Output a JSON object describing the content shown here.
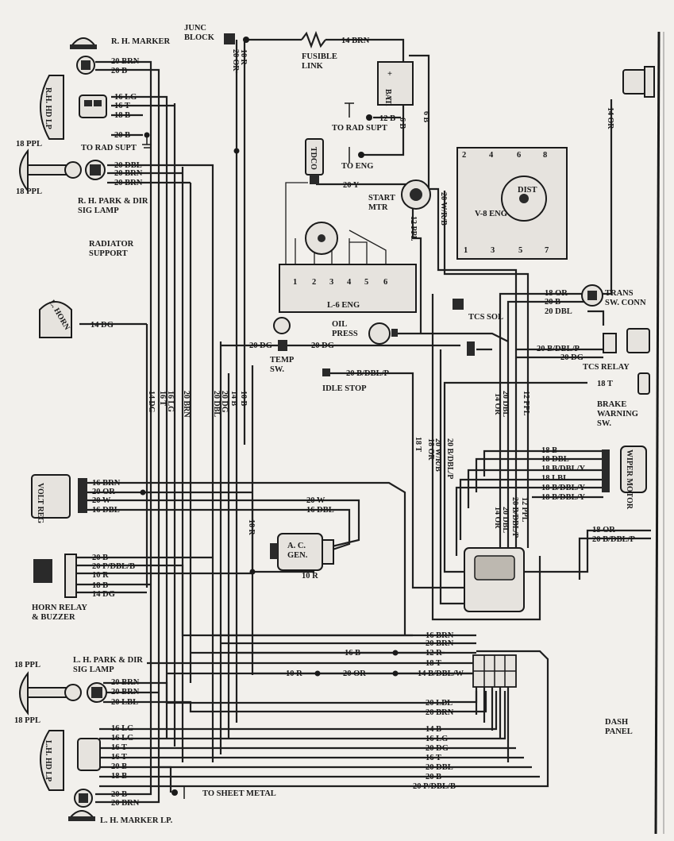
{
  "components": {
    "rh_marker": "R. H. MARKER",
    "junc_block": [
      "JUNC",
      "BLOCK"
    ],
    "fusible_link": [
      "FUSIBLE",
      "LINK"
    ],
    "bat": "BAT.",
    "to_rad_supt_top": "TO RAD SUPT",
    "to_rad_supt_left": "TO RAD SUPT",
    "to_eng": "TO ENG",
    "tdco": "TDCO",
    "start_mtr": [
      "START",
      "MTR"
    ],
    "dist": "DIST",
    "v8_eng": "V-8 ENG",
    "l6_eng": "L-6 ENG",
    "rh_hd_lp": "R.H. HD LP",
    "rh_park": [
      "R. H. PARK & DIR",
      "SIG LAMP"
    ],
    "radiator_support": [
      "RADIATOR",
      "SUPPORT"
    ],
    "l_horn": "L. HORN",
    "oil_press": [
      "OIL",
      "PRESS"
    ],
    "temp_sw": [
      "TEMP",
      "SW."
    ],
    "idle_stop": "IDLE STOP",
    "trans_sw": [
      "TRANS",
      "SW. CONN"
    ],
    "tcs_sol": "TCS SOL",
    "tcs_relay": "TCS RELAY",
    "brake_warning": [
      "BRAKE",
      "WARNING",
      "SW."
    ],
    "wiper_motor": "WIPER MOTOR",
    "volt_reg": "VOLT REG",
    "ac_gen": [
      "A. C.",
      "GEN."
    ],
    "horn_relay": [
      "HORN RELAY",
      "& BUZZER"
    ],
    "lh_park": [
      "L. H. PARK & DIR",
      "SIG LAMP"
    ],
    "lh_hd_lp": "L.H. HD LP",
    "to_sheet_metal": "TO SHEET METAL",
    "lh_marker": "L. H. MARKER LP.",
    "dash_panel": [
      "DASH",
      "PANEL"
    ]
  },
  "dist_pins_top": [
    "2",
    "4",
    "6",
    "8"
  ],
  "dist_pins_bottom": [
    "1",
    "3",
    "5",
    "7"
  ],
  "l6_pins": [
    "1",
    "2",
    "3",
    "4",
    "5",
    "6"
  ],
  "wires": {
    "rh_marker": [
      "20 BRN",
      "20 B"
    ],
    "rh_hd": [
      "16 LG",
      "16 T",
      "18 B",
      "20 B"
    ],
    "rh_park": [
      "18 PPL",
      "18 PPL",
      "20 DBL",
      "20 BRN",
      "20 BRN"
    ],
    "top": [
      "14 BRN",
      "12 B",
      "6 B",
      "6 B",
      "10 R",
      "20 OR",
      "20 Y",
      "14 OR",
      "20 W/R/B",
      "12 PPL"
    ],
    "horn": "14 DG",
    "temp": [
      "20 DG",
      "20 DG"
    ],
    "idle": "20 B/DBL/P",
    "right_upper": [
      "18 OR",
      "20 B",
      "20 DBL",
      "20 B/DBL/P",
      "20 DG",
      "18 T"
    ],
    "vertical_mid": [
      "18 T",
      "20 W/R/B",
      "18 OR",
      "20 B/DBL/P",
      "20 DBL",
      "14 OR",
      "12 PPL"
    ],
    "vertical_left": [
      "14 DG",
      "16 LG",
      "16 T",
      "20 BRN",
      "20 DBL",
      "20 DG",
      "14 B",
      "10 B"
    ],
    "wiper": [
      "18 B",
      "18 DBL",
      "18 B/DBL/Y",
      "18 LBL",
      "18 B/DBL/Y",
      "18 B/DBL/Y"
    ],
    "wiper_vertical": [
      "14 OR",
      "20 DBL",
      "20 B/DBL/P",
      "12 PPL"
    ],
    "volt_reg": [
      "16 BRN",
      "20 OR",
      "20 W",
      "16 DBL"
    ],
    "gen": [
      "20 W",
      "16 DBL",
      "10 R",
      "10 R"
    ],
    "dash_right": [
      "18 OR",
      "20 B/DBL/P"
    ],
    "horn_relay": [
      "20 B",
      "20 P/DBL/B",
      "10 R",
      "18 B",
      "14 DG"
    ],
    "bulkhead_in": [
      "16 BRN",
      "20 BRN",
      "12 R",
      "18 T",
      "16 B",
      "10 R",
      "20 OR",
      "14 B/DBL/W"
    ],
    "lh_park": [
      "18 PPL",
      "18 PPL",
      "20 BRN",
      "20 BRN",
      "20 LBL"
    ],
    "lh_hd": [
      "16 LG",
      "16 LG",
      "16 T",
      "16 T",
      "20 B",
      "18 B"
    ],
    "lh_marker": [
      "20 B",
      "20 BRN"
    ],
    "bottom_bundle": [
      "20 LBL",
      "20 BRN",
      "14 B",
      "16 LG",
      "20 DG",
      "16 T",
      "20 DBL",
      "20 B",
      "20 P/DBL/B"
    ]
  }
}
